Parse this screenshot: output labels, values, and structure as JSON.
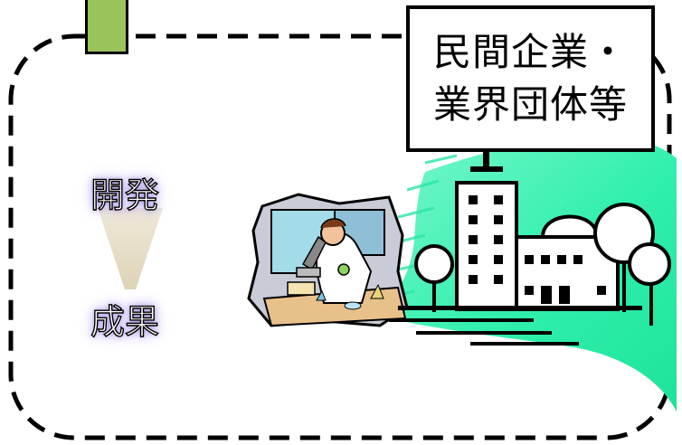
{
  "sign": {
    "line1": "民間企業・",
    "line2": "業界団体等"
  },
  "flow": {
    "top_label": "開発",
    "bottom_label": "成果"
  },
  "icons": [
    "scientist-clipart",
    "building-icon",
    "tree-icon"
  ],
  "colors": {
    "frame_border": "#000000",
    "tab_fill": "#9bc35c",
    "swoosh": "#35f2b0",
    "glow": "#b9a6f0",
    "cone": "#e5ddc6"
  }
}
